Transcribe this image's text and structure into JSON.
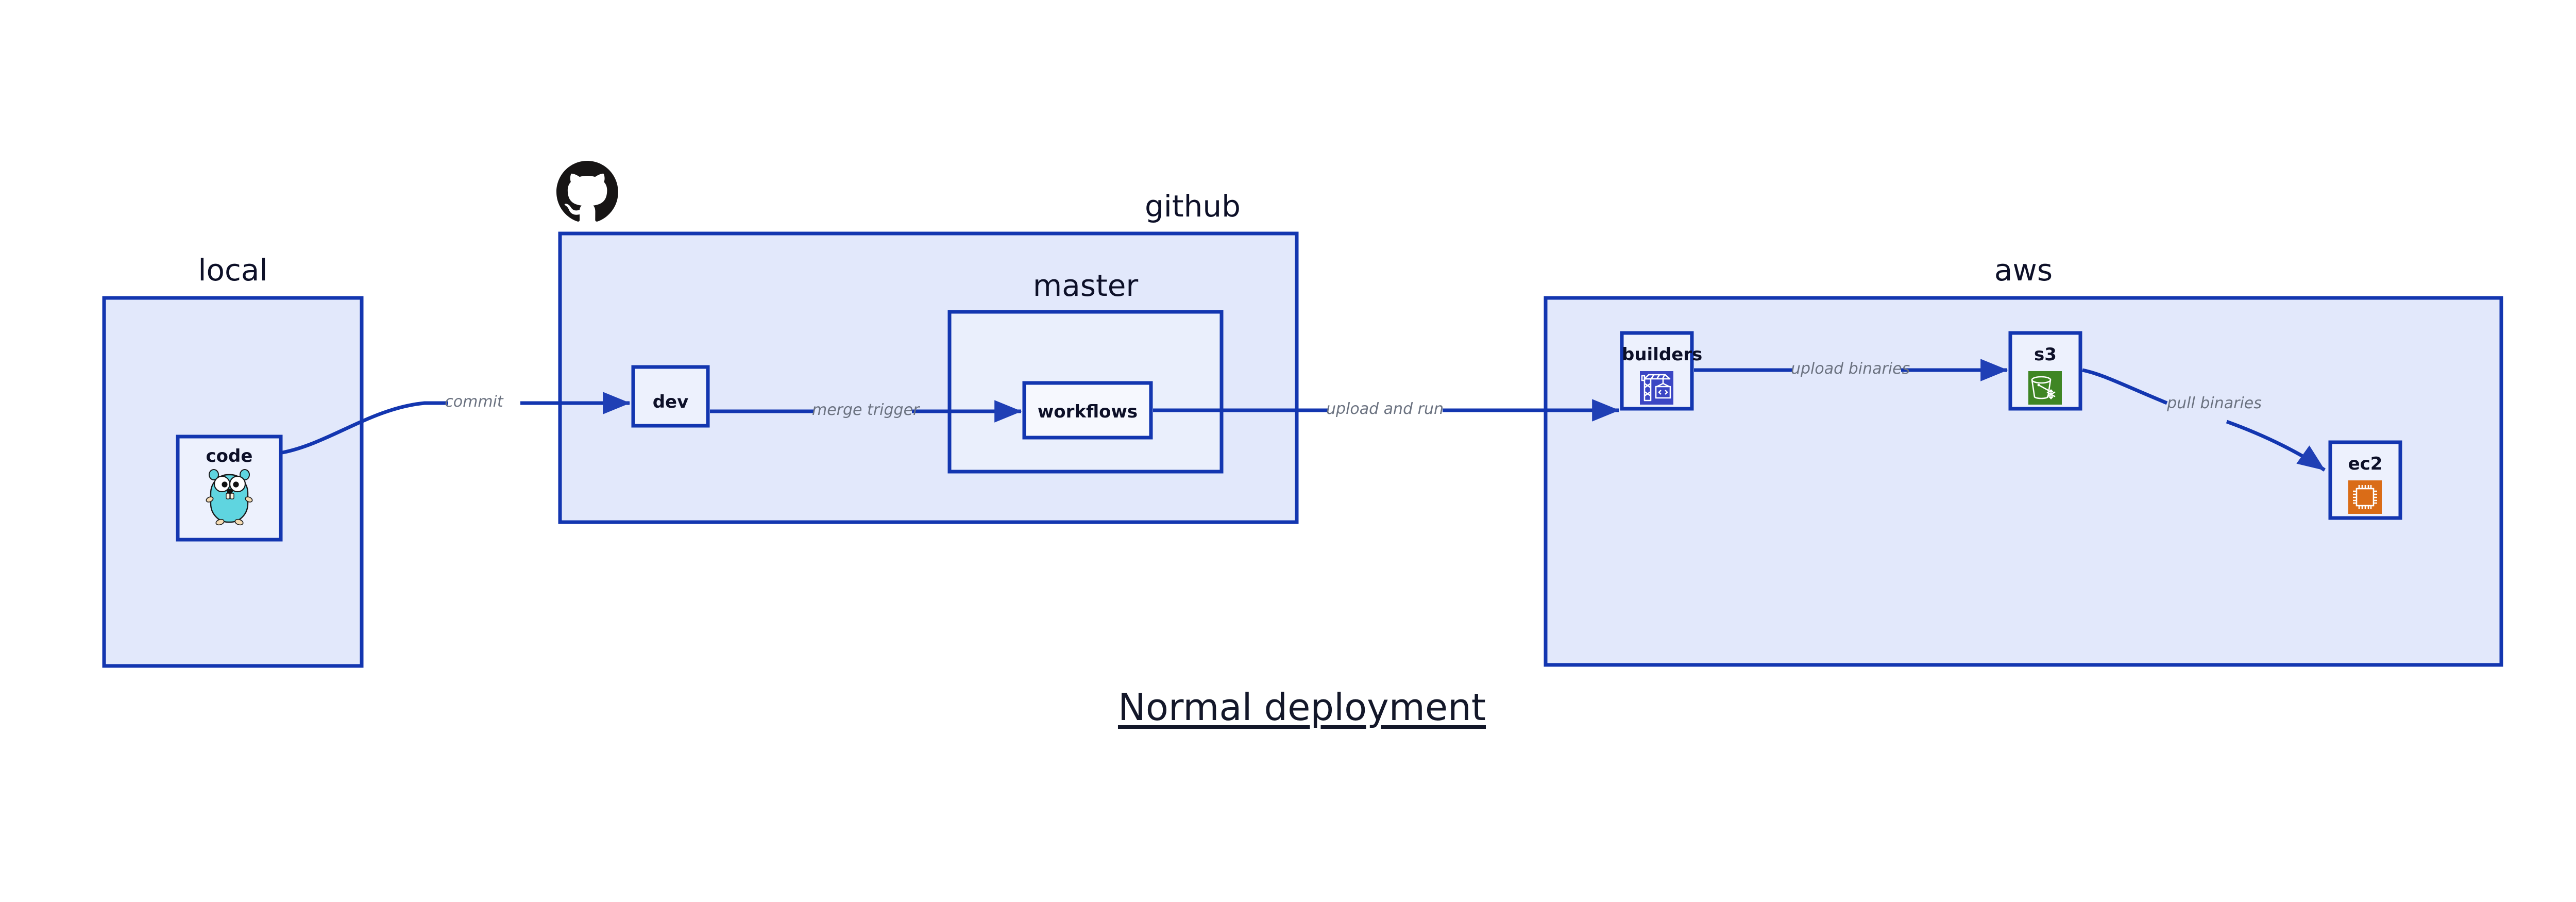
{
  "diagram": {
    "title": "Normal deployment",
    "colors": {
      "container_fill": "#e2e8fb",
      "container_fill_inner": "#eaeffc",
      "node_fill": "#edf1fd",
      "node_fill_light": "#f6f8fe",
      "border": "#1336b0",
      "border_dark": "#1233a8",
      "arrow": "#1f3fb5",
      "label_text": "#0d1028",
      "edge_label_text": "#6b7280",
      "title_text": "#131729",
      "github_logo": "#171515",
      "builders_icon_bg": "#3b46c4",
      "s3_icon_bg": "#3f8624",
      "ec2_icon_bg": "#da6c17",
      "gopher_body": "#5fd5e0",
      "page_bg": "#ffffff"
    },
    "groups": [
      {
        "id": "local",
        "label": "local"
      },
      {
        "id": "github",
        "label": "github"
      },
      {
        "id": "master",
        "label": "master"
      },
      {
        "id": "aws",
        "label": "aws"
      }
    ],
    "nodes": [
      {
        "id": "code",
        "label": "code",
        "icon": "go-gopher-icon",
        "group": "local"
      },
      {
        "id": "dev",
        "label": "dev",
        "icon": null,
        "group": "github"
      },
      {
        "id": "workflows",
        "label": "workflows",
        "icon": null,
        "group": "master"
      },
      {
        "id": "builders",
        "label": "builders",
        "icon": "crane-code-icon",
        "group": "aws"
      },
      {
        "id": "s3",
        "label": "s3",
        "icon": "s3-bucket-icon",
        "group": "aws"
      },
      {
        "id": "ec2",
        "label": "ec2",
        "icon": "cpu-chip-icon",
        "group": "aws"
      }
    ],
    "edges": [
      {
        "id": "commit",
        "label": "commit",
        "from": "code",
        "to": "dev"
      },
      {
        "id": "merge-trigger",
        "label": "merge trigger",
        "from": "dev",
        "to": "workflows"
      },
      {
        "id": "upload-and-run",
        "label": "upload and run",
        "from": "workflows",
        "to": "builders"
      },
      {
        "id": "upload-binaries",
        "label": "upload binaries",
        "from": "builders",
        "to": "s3"
      },
      {
        "id": "pull-binaries",
        "label": "pull binaries",
        "from": "s3",
        "to": "ec2"
      }
    ],
    "logos": [
      {
        "id": "github-octocat",
        "name": "github-octocat-icon"
      }
    ]
  }
}
